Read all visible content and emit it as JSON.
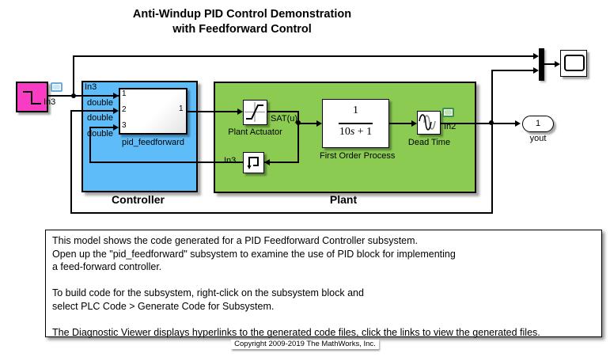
{
  "title": {
    "line1": "Anti-Windup PID Control Demonstration",
    "line2": "with Feedforward Control"
  },
  "colors": {
    "source_magenta": "#F83CC3",
    "controller_fill": "#5EBCF9",
    "plant_fill": "#8BCB52",
    "wire": "#000000"
  },
  "source": {
    "name_label": "In3"
  },
  "controller": {
    "region_label": "Controller",
    "inport_label": "In3",
    "subsystem_name": "pid_feedforward",
    "in_ports": [
      "1",
      "2",
      "3"
    ],
    "out_port": "1",
    "signal_types": [
      "double",
      "double",
      "double"
    ]
  },
  "plant": {
    "region_label": "Plant",
    "actuator_label": "Plant Actuator",
    "sat_signal_label": "SAT(u)",
    "process": {
      "label": "First Order Process",
      "numerator": "1",
      "den_coeff": "10",
      "den_var": "s",
      "den_tail": " + 1"
    },
    "rate_transition_label": "In3",
    "dead_time_label": "Dead Time",
    "dead_time_signal_label": "In2"
  },
  "outport": {
    "number": "1",
    "label": "yout"
  },
  "annotation": {
    "lines": [
      "This model shows the code generated for a PID Feedforward Controller subsystem.",
      "Open up the \"pid_feedforward\" subsystem to examine the use of PID block for implementing",
      "a feed-forward controller.",
      "",
      "To build code for the subsystem, right-click on the subsystem block and",
      "select PLC Code > Generate Code for Subsystem.",
      "",
      "The Diagnostic Viewer displays hyperlinks to the generated code files, click the links to view the generated files."
    ]
  },
  "copyright": "Copyright 2009-2019 The MathWorks, Inc."
}
